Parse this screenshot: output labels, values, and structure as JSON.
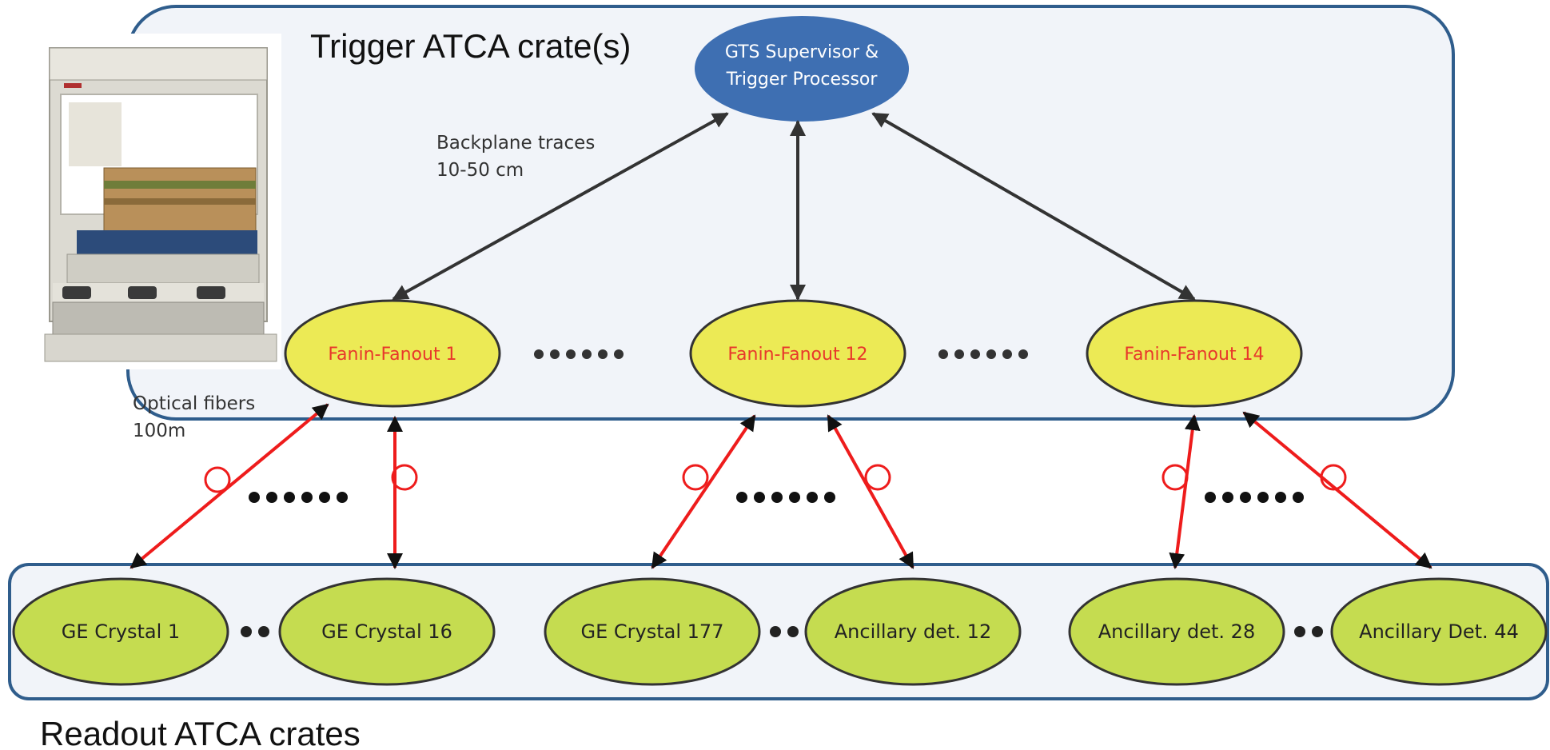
{
  "trigger_crate": {
    "label": "Trigger ATCA crate(s)"
  },
  "readout_crates": {
    "label": "Readout ATCA crates"
  },
  "supervisor": {
    "line1": "GTS Supervisor &",
    "line2": "Trigger Processor"
  },
  "backplane": {
    "line1": "Backplane traces",
    "line2": "10-50 cm"
  },
  "optical": {
    "line1": "Optical fibers",
    "line2": "100m"
  },
  "fanouts": [
    "Fanin-Fanout 1",
    "Fanin-Fanout 12",
    "Fanin-Fanout 14"
  ],
  "detectors": [
    "GE Crystal 1",
    "GE Crystal 16",
    "GE Crystal 177",
    "Ancillary det. 12",
    "Ancillary det. 28",
    "Ancillary Det. 44"
  ],
  "colors": {
    "crate_border": "#2f5d8c",
    "crate_fill": "#f1f4f9",
    "supervisor_fill": "#3e6fb2",
    "fanout_fill": "#ecea55",
    "fanout_text": "#e8372b",
    "detector_fill": "#c5dc50",
    "fiber": "#ee1c1c",
    "backplane": "#333333"
  }
}
